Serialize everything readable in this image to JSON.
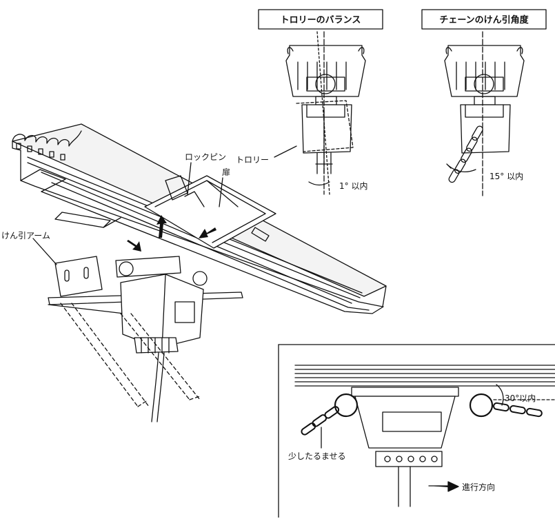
{
  "titles": {
    "trolley_balance": "トロリーのバランス",
    "chain_angle": "チェーンのけん引角度"
  },
  "labels": {
    "lock_pin": "ロックピン",
    "door": "扉",
    "trolley": "トロリー",
    "angle_1": "1° 以内",
    "angle_15": "15° 以内",
    "towing_arm": "けん引アーム",
    "angle_30": "30°以内",
    "slack": "少したるませる",
    "direction": "進行方向"
  }
}
